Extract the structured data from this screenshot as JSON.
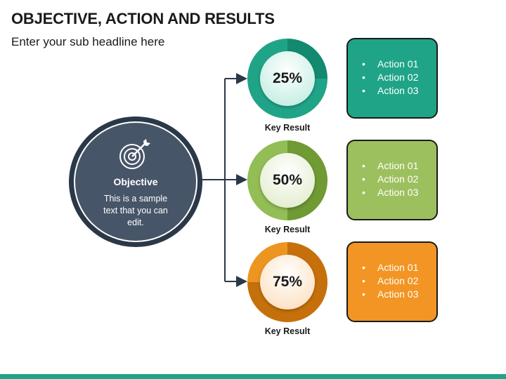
{
  "header": {
    "title": "OBJECTIVE, ACTION AND RESULTS",
    "subtitle": "Enter your sub headline here"
  },
  "objective": {
    "icon": "target-icon",
    "title": "Objective",
    "text": "This is a sample text that you can edit."
  },
  "results": [
    {
      "value": "25%",
      "label": "Key Result",
      "percent": 25,
      "color": "#20a487",
      "actions": [
        "Action 01",
        "Action 02",
        "Action 03"
      ]
    },
    {
      "value": "50%",
      "label": "Key Result",
      "percent": 50,
      "color": "#9dc05f",
      "actions": [
        "Action 01",
        "Action 02",
        "Action 03"
      ]
    },
    {
      "value": "75%",
      "label": "Key Result",
      "percent": 75,
      "color": "#f29524",
      "actions": [
        "Action 01",
        "Action 02",
        "Action 03"
      ]
    }
  ],
  "colors": {
    "objective_dark": "#2b3848",
    "objective_fill": "#475569",
    "accent_bar": "#20a487"
  }
}
